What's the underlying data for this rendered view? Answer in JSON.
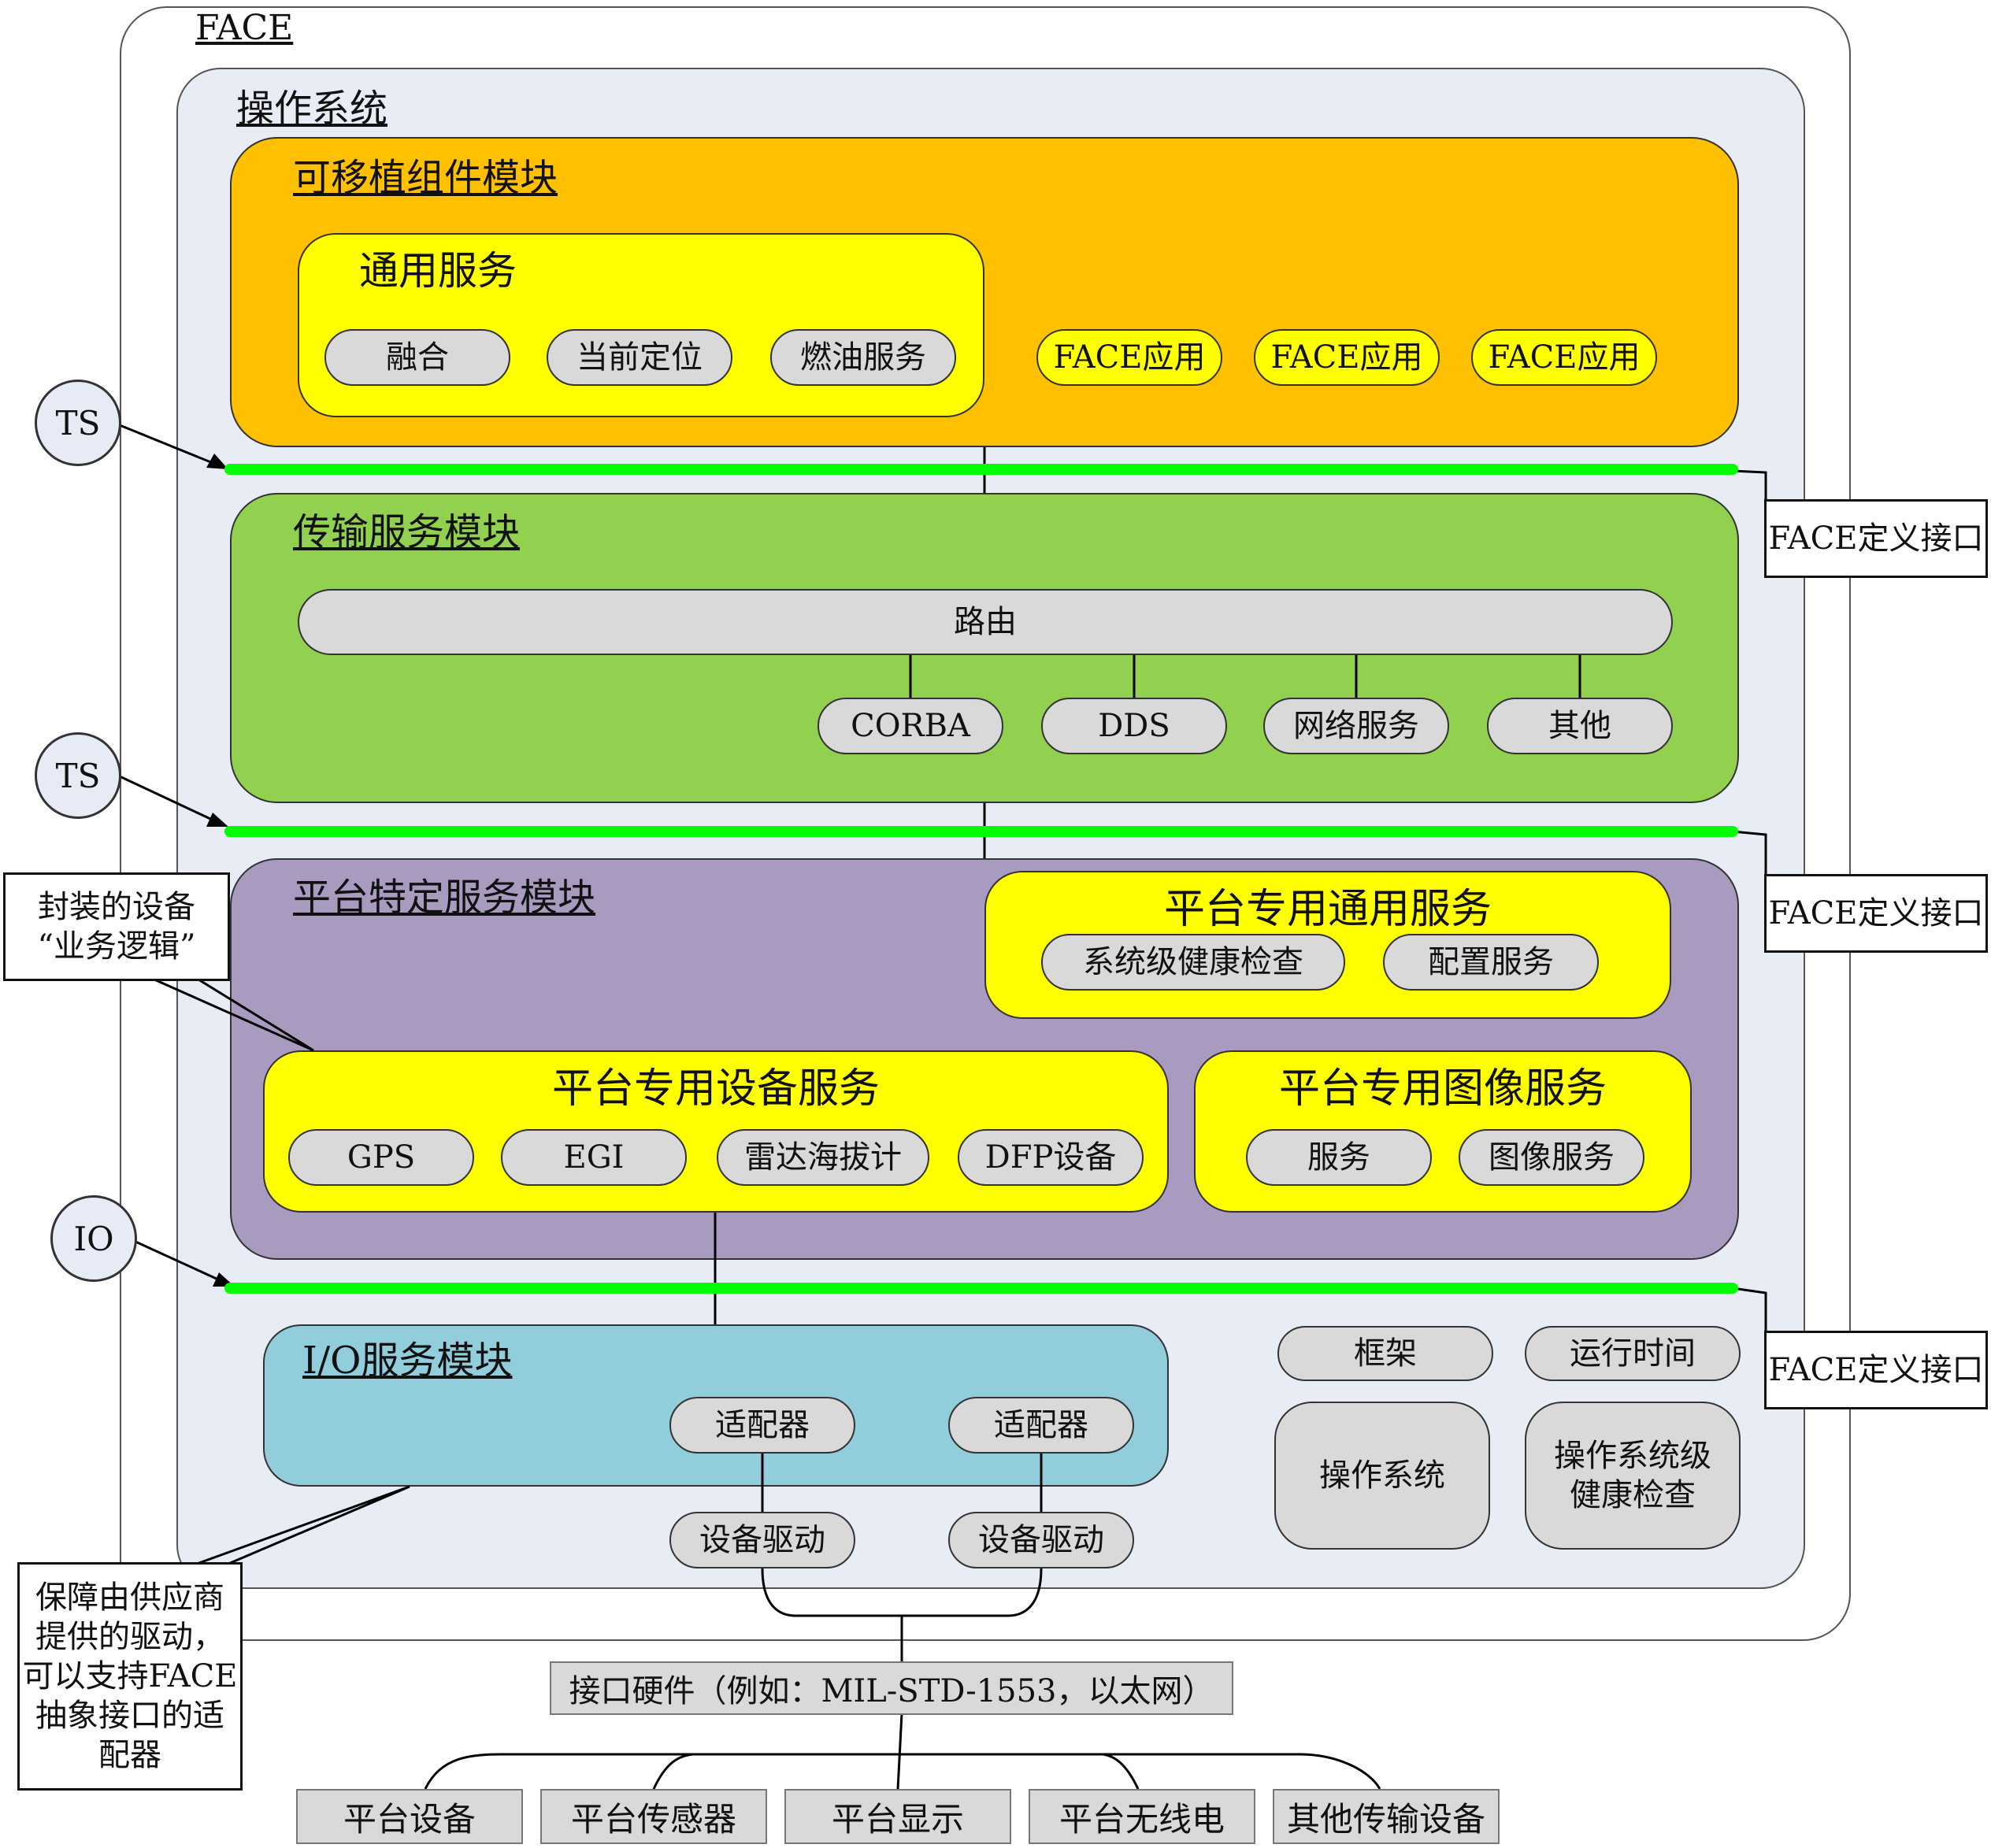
{
  "face_label": "FACE",
  "os_label": "操作系统",
  "portable": {
    "title": "可移植组件模块",
    "common_services": {
      "title": "通用服务",
      "items": [
        "融合",
        "当前定位",
        "燃油服务"
      ]
    },
    "apps": [
      "FACE应用",
      "FACE应用",
      "FACE应用"
    ]
  },
  "transport": {
    "title": "传输服务模块",
    "router": "路由",
    "items": [
      "CORBA",
      "DDS",
      "网络服务",
      "其他"
    ]
  },
  "platform": {
    "title": "平台特定服务模块",
    "common": {
      "title": "平台专用通用服务",
      "items": [
        "系统级健康检查",
        "配置服务"
      ]
    },
    "device": {
      "title": "平台专用设备服务",
      "items": [
        "GPS",
        "EGI",
        "雷达海拔计",
        "DFP设备"
      ]
    },
    "graphics": {
      "title": "平台专用图像服务",
      "items": [
        "服务",
        "图像服务"
      ]
    }
  },
  "io": {
    "title": "I/O服务模块",
    "adapters": [
      "适配器",
      "适配器"
    ],
    "drivers": [
      "设备驱动",
      "设备驱动"
    ]
  },
  "os_components": {
    "framework": "框架",
    "runtime": "运行时间",
    "os": "操作系统",
    "health": "操作系统级\n健康检查"
  },
  "interface_labels": [
    "TS",
    "TS",
    "IO"
  ],
  "callouts": {
    "face_interface": "FACE定义接口",
    "business_logic": "封装的设备\n“业务逻辑”",
    "drivers_note": "保障由供应商\n提供的驱动，\n可以支持FACE\n抽象接口的适\n配器"
  },
  "hardware": {
    "interface": "接口硬件（例如：MIL-STD-1553，以太网）",
    "devices": [
      "平台设备",
      "平台传感器",
      "平台显示",
      "平台无线电",
      "其他传输设备"
    ]
  },
  "colors": {
    "portable": "#ffc000",
    "transport": "#92d050",
    "platform": "#a89bbf",
    "io": "#92cddc",
    "os": "#e8ecf5",
    "bus": "#00ff00",
    "yellow": "#ffff00",
    "gray": "#d9d9d9"
  }
}
